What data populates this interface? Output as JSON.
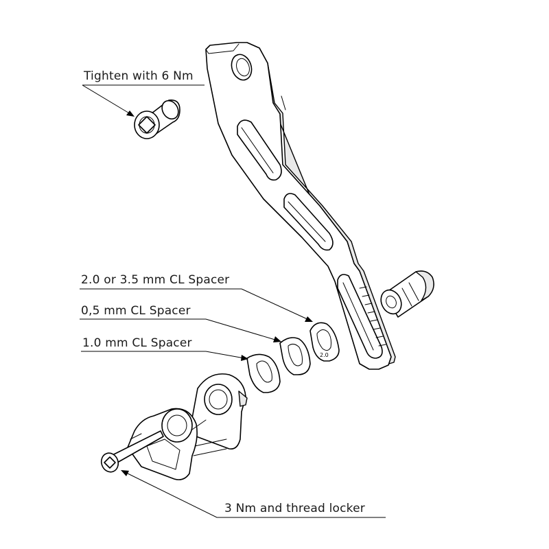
{
  "callouts": {
    "tighten": "Tighten with 6 Nm",
    "spacer_20_35": "2.0 or 3.5 mm CL Spacer",
    "spacer_05": "0,5 mm CL Spacer",
    "spacer_10": "1.0 mm CL Spacer",
    "torque_3nm": "3 Nm and thread locker"
  },
  "spacer_marking": "2.0"
}
